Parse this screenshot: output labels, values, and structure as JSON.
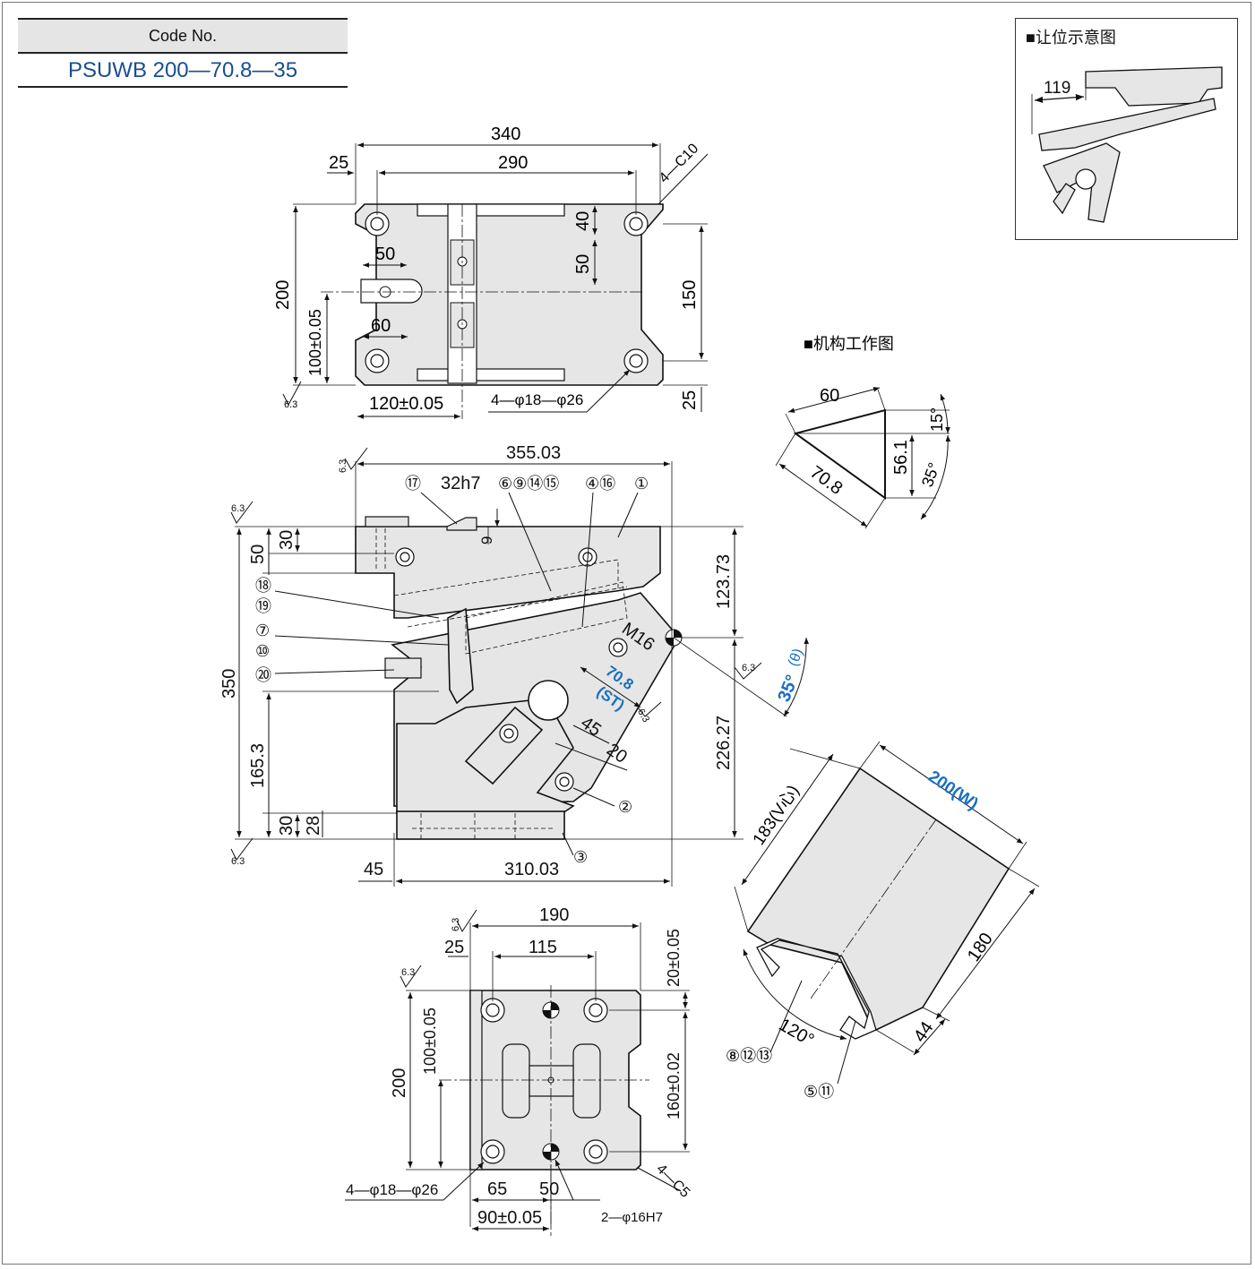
{
  "code_box": {
    "header": "Code No.",
    "value": "PSUWB 200—70.8—35"
  },
  "section_titles": {
    "relief": "■让位示意图",
    "mechanism": "■机构工作图"
  },
  "relief": {
    "dim": "119"
  },
  "top_view": {
    "w340": "340",
    "w290": "290",
    "w25": "25",
    "chamfer": "4—C10",
    "h200": "200",
    "h150": "150",
    "h25": "25",
    "h40": "40",
    "h50": "50",
    "w50": "50",
    "w60": "60",
    "tol100": "100±0.05",
    "w120": "120±0.05",
    "holes": "4—φ18—φ26",
    "rough": "6.3"
  },
  "front_view": {
    "w355": "355.03",
    "w310": "310.03",
    "w45": "45",
    "key": "32h7",
    "h350": "350",
    "h50": "50",
    "h30a": "30",
    "h165": "165.3",
    "h30b": "30",
    "h28": "28",
    "h9": "9",
    "h123": "123.73",
    "h226": "226.27",
    "m16": "M16",
    "st_val": "70.8",
    "st_lbl": "(ST)",
    "d45": "45",
    "d20": "20",
    "angle": "35°",
    "theta": "(θ)",
    "rough": "6.3",
    "parts": [
      "⑰",
      "⑥⑨⑭⑮",
      "④⑯",
      "①",
      "⑱",
      "⑲",
      "⑦",
      "⑩",
      "⑳",
      "②",
      "③"
    ]
  },
  "mechanism": {
    "d60": "60",
    "d70": "70.8",
    "d56": "56.1",
    "a15": "15°",
    "a35": "35°"
  },
  "iso_view": {
    "width": "200(W)",
    "v183": "183(V心)",
    "d180": "180",
    "d44": "44",
    "a120": "120°",
    "p8": "⑧⑫⑬",
    "p5": "⑤⑪"
  },
  "bottom_view": {
    "w190": "190",
    "w25": "25",
    "w115": "115",
    "h200": "200",
    "tol100": "100±0.05",
    "tol20": "20±0.05",
    "tol160": "160±0.02",
    "holes": "4—φ18—φ26",
    "w65": "65",
    "w50": "50",
    "pin": "2—φ16H7",
    "chamfer": "4—C5",
    "w90": "90±0.05",
    "rough": "6.3"
  },
  "colors": {
    "line": "#111111",
    "fill": "#e6e6e6",
    "accent": "#1a6fc0",
    "title_fill": "#e5e5e5"
  }
}
